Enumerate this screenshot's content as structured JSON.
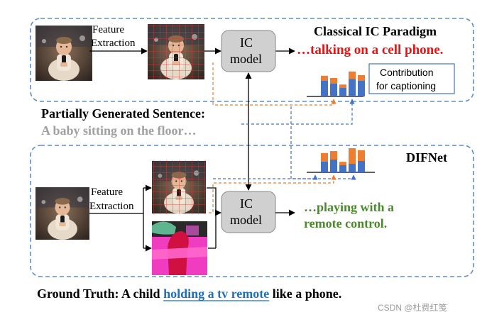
{
  "colors": {
    "panel_border": "#5b8fc7",
    "ic_model_fill": "#d0d0d0",
    "red_output": "#ee1111",
    "green_output": "#4a8a2a",
    "gray_text": "#a0a0a0",
    "blue_text": "#1f6fbf",
    "bar_blue": "#4472c4",
    "bar_orange": "#ed7d31",
    "orange_dash": "#ed7d31",
    "blue_dash": "#4472c4",
    "grid_red": "#d23b3b"
  },
  "top_panel": {
    "title": "Classical IC Paradigm",
    "feature_label_1": "Feature",
    "feature_label_2": "Extraction",
    "model_line_1": "IC",
    "model_line_2": "model",
    "output": "…talking on a cell phone.",
    "contribution_line_1": "Contribution",
    "contribution_line_2": "for captioning"
  },
  "partial": {
    "heading": "Partially Generated Sentence:",
    "text": "A baby sitting on the floor…"
  },
  "bottom_panel": {
    "title": "DIFNet",
    "feature_label_1": "Feature",
    "feature_label_2": "Extraction",
    "model_line_1": "IC",
    "model_line_2": "model",
    "output_line_1": "…playing with a",
    "output_line_2": "remote control."
  },
  "ground_truth": {
    "prefix": "Ground Truth: A child ",
    "highlight": "holding a tv remote",
    "suffix": " like a phone."
  },
  "watermark": "CSDN @杜费红笺",
  "bars_top": [
    {
      "blue": 0.55,
      "orange": 0.18
    },
    {
      "blue": 0.45,
      "orange": 0.2
    },
    {
      "blue": 0.3,
      "orange": 0.12
    },
    {
      "blue": 0.62,
      "orange": 0.26
    },
    {
      "blue": 0.55,
      "orange": 0.2
    }
  ],
  "bars_bottom": [
    {
      "blue": 0.38,
      "orange": 0.3
    },
    {
      "blue": 0.45,
      "orange": 0.3
    },
    {
      "blue": 0.25,
      "orange": 0.12
    },
    {
      "blue": 0.3,
      "orange": 0.55
    },
    {
      "blue": 0.4,
      "orange": 0.38
    }
  ]
}
